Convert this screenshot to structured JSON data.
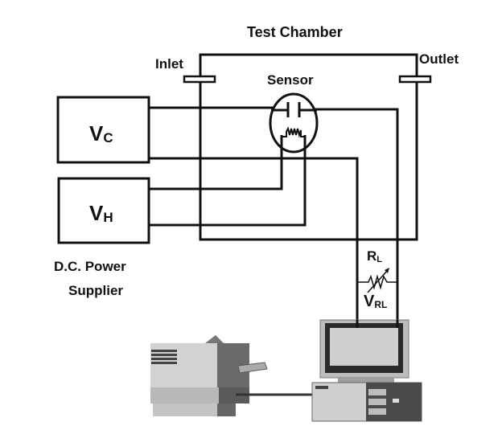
{
  "title": "Test Chamber",
  "labels": {
    "inlet": "Inlet",
    "outlet": "Outlet",
    "sensor": "Sensor",
    "power_supply_line1": "D.C. Power",
    "power_supply_line2": "Supplier",
    "vc_main": "V",
    "vc_sub": "C",
    "vh_main": "V",
    "vh_sub": "H",
    "rl_main": "R",
    "rl_sub": "L",
    "vrl_main": "V",
    "vrl_sub": "RL"
  },
  "colors": {
    "line": "#111111",
    "device_light": "#d6d6d6",
    "device_mid": "#a8a8a8",
    "device_dark": "#555555",
    "screen": "#c9c9c9"
  }
}
